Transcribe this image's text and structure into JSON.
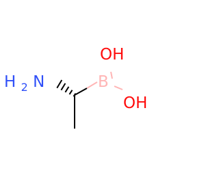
{
  "molecule": {
    "atoms": {
      "nitrogen": {
        "element": "N",
        "hydrogen": "H",
        "hydrogen_count": "2",
        "color": "#3050F8"
      },
      "boron": {
        "element": "B",
        "color": "#FFB5B5"
      },
      "hydroxyl_top": {
        "label": "OH",
        "color": "#FF0D0D"
      },
      "hydroxyl_bottom": {
        "label": "OH",
        "color": "#FF0D0D"
      }
    },
    "stereo_bond": "hashed-wedge",
    "bond_color": "#000000"
  }
}
